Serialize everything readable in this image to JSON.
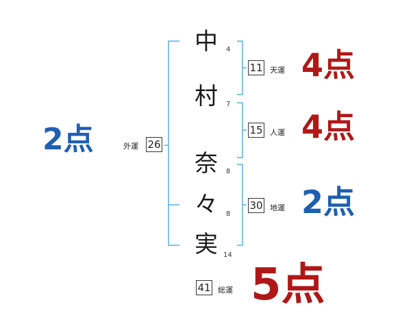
{
  "name_chars": [
    {
      "char": "中",
      "strokes": "4"
    },
    {
      "char": "村",
      "strokes": "7"
    },
    {
      "char": "奈",
      "strokes": "8"
    },
    {
      "char": "々",
      "strokes": "8"
    },
    {
      "char": "実",
      "strokes": "14"
    }
  ],
  "fortunes": {
    "ten": {
      "value": "11",
      "label": "天運",
      "score": "4点"
    },
    "jin": {
      "value": "15",
      "label": "人運",
      "score": "4点"
    },
    "chi": {
      "value": "30",
      "label": "地運",
      "score": "2点"
    },
    "gai": {
      "value": "26",
      "label": "外運",
      "score": "2点"
    },
    "so": {
      "value": "41",
      "label": "総運",
      "score": "5点"
    }
  },
  "colors": {
    "red": "#b01818",
    "blue": "#1f5fb0",
    "line": "#5aaee0"
  }
}
